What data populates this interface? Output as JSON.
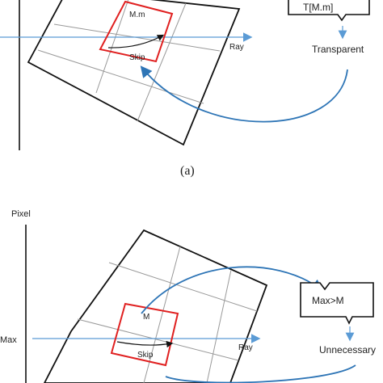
{
  "panel_a": {
    "cell_label": "M.m",
    "skip_label": "Skip",
    "ray_label": "Ray",
    "box_label": "T[M.m]",
    "result_label": "Transparent",
    "caption": "(a)"
  },
  "panel_b": {
    "axis_label": "Pixel",
    "max_label": "Max",
    "cell_label": "M",
    "skip_label": "Skip",
    "ray_label": "Ray",
    "box_label": "Max>M",
    "result_label": "Unnecessary"
  },
  "colors": {
    "ray": "#5b9bd5",
    "arrow": "#2e75b6",
    "highlight": "#e02020",
    "grid": "#999999",
    "frame": "#111111"
  }
}
